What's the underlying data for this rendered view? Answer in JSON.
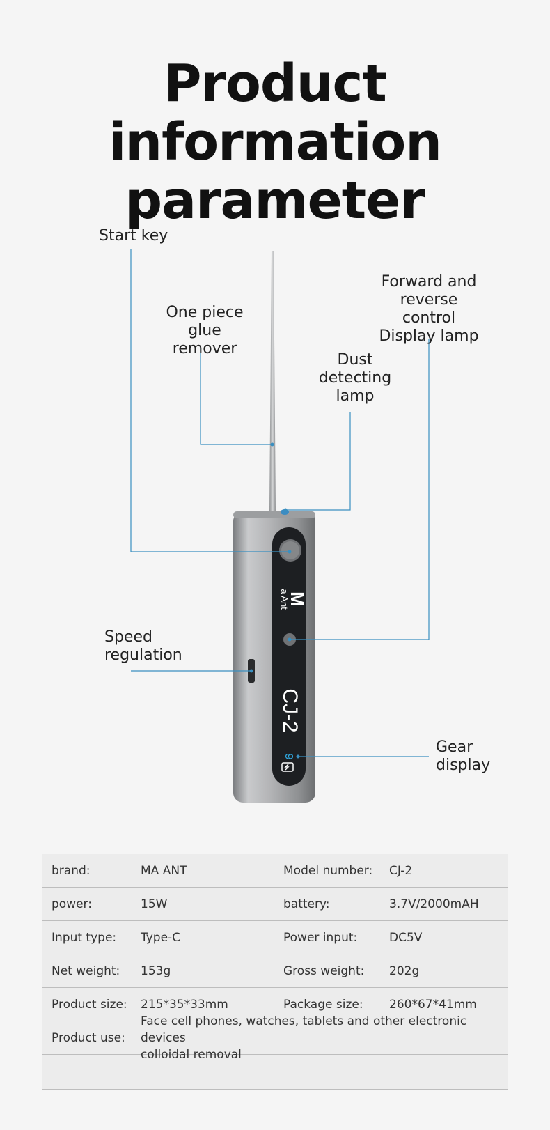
{
  "title": {
    "line1": "Product information",
    "line2": "parameter"
  },
  "callouts": {
    "start_key": "Start key",
    "glue_remover_1": "One piece glue",
    "glue_remover_2": "remover",
    "forward_1": "Forward and",
    "forward_2": "reverse control",
    "forward_3": "Display lamp",
    "dust_1": "Dust",
    "dust_2": "detecting",
    "dust_3": "lamp",
    "speed_1": "Speed",
    "speed_2": "regulation",
    "gear_1": "Gear",
    "gear_2": "display"
  },
  "device": {
    "brand_logo": "MaAnt",
    "model": "CJ-2",
    "gear_digit": "9"
  },
  "specs": [
    {
      "k1": "brand:",
      "v1": "MA ANT",
      "k2": "Model number:",
      "v2": "CJ-2"
    },
    {
      "k1": "power:",
      "v1": "15W",
      "k2": "battery:",
      "v2": "3.7V/2000mAH"
    },
    {
      "k1": "Input type:",
      "v1": "Type-C",
      "k2": "Power input:",
      "v2": "DC5V"
    },
    {
      "k1": "Net weight:",
      "v1": "153g",
      "k2": "Gross weight:",
      "v2": "202g"
    },
    {
      "k1": "Product size:",
      "v1": "215*35*33mm",
      "k2": "Package size:",
      "v2": "260*67*41mm"
    }
  ],
  "product_use": {
    "label": "Product use:",
    "value_1": "Face cell phones, watches, tablets and other electronic devices",
    "value_2": "colloidal removal"
  },
  "colors": {
    "leader_line": "#3a8fc0",
    "body": "#a9abad",
    "panel": "#1d1f22",
    "gear_digit": "#2fa8e0"
  }
}
